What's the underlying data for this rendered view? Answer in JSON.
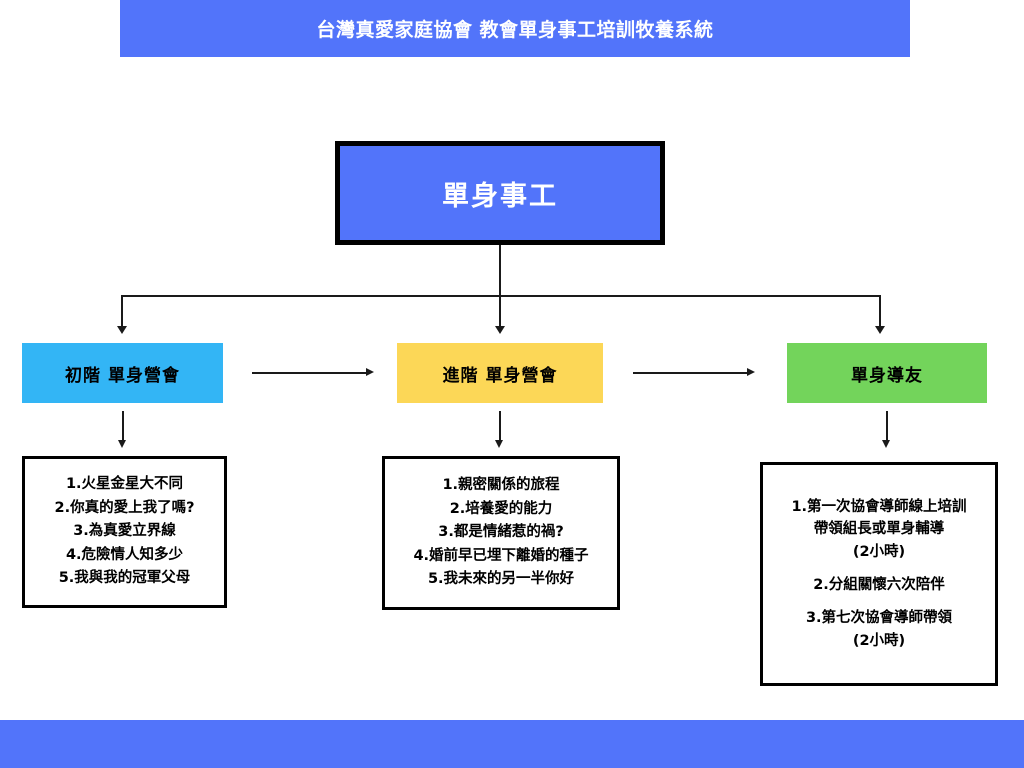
{
  "colors": {
    "brand_blue": "#5274FA",
    "level1_cyan": "#33B5F5",
    "level2_yellow": "#FCD757",
    "level3_green": "#73D45B",
    "outline_black": "#000000",
    "text_white": "#FFFFFF"
  },
  "header": {
    "title": "台灣真愛家庭協會 教會單身事工培訓牧養系統"
  },
  "root": {
    "label": "單身事工"
  },
  "levels": [
    {
      "label": "初階 單身營會"
    },
    {
      "label": "進階 單身營會"
    },
    {
      "label": "單身導友"
    }
  ],
  "details": [
    {
      "lines": [
        "1.火星金星大不同",
        "2.你真的愛上我了嗎?",
        "3.為真愛立界線",
        "4.危險情人知多少",
        "5.我與我的冠軍父母"
      ]
    },
    {
      "lines": [
        "1.親密關係的旅程",
        "2.培養愛的能力",
        "3.都是情緒惹的禍?",
        "4.婚前早已埋下離婚的種子",
        "5.我未來的另一半你好"
      ]
    },
    {
      "lines": [
        "1.第一次協會導師線上培訓",
        "帶領組長或單身輔導",
        "(2小時)",
        "",
        "2.分組關懷六次陪伴",
        "",
        "3.第七次協會導師帶領",
        "(2小時)"
      ]
    }
  ]
}
